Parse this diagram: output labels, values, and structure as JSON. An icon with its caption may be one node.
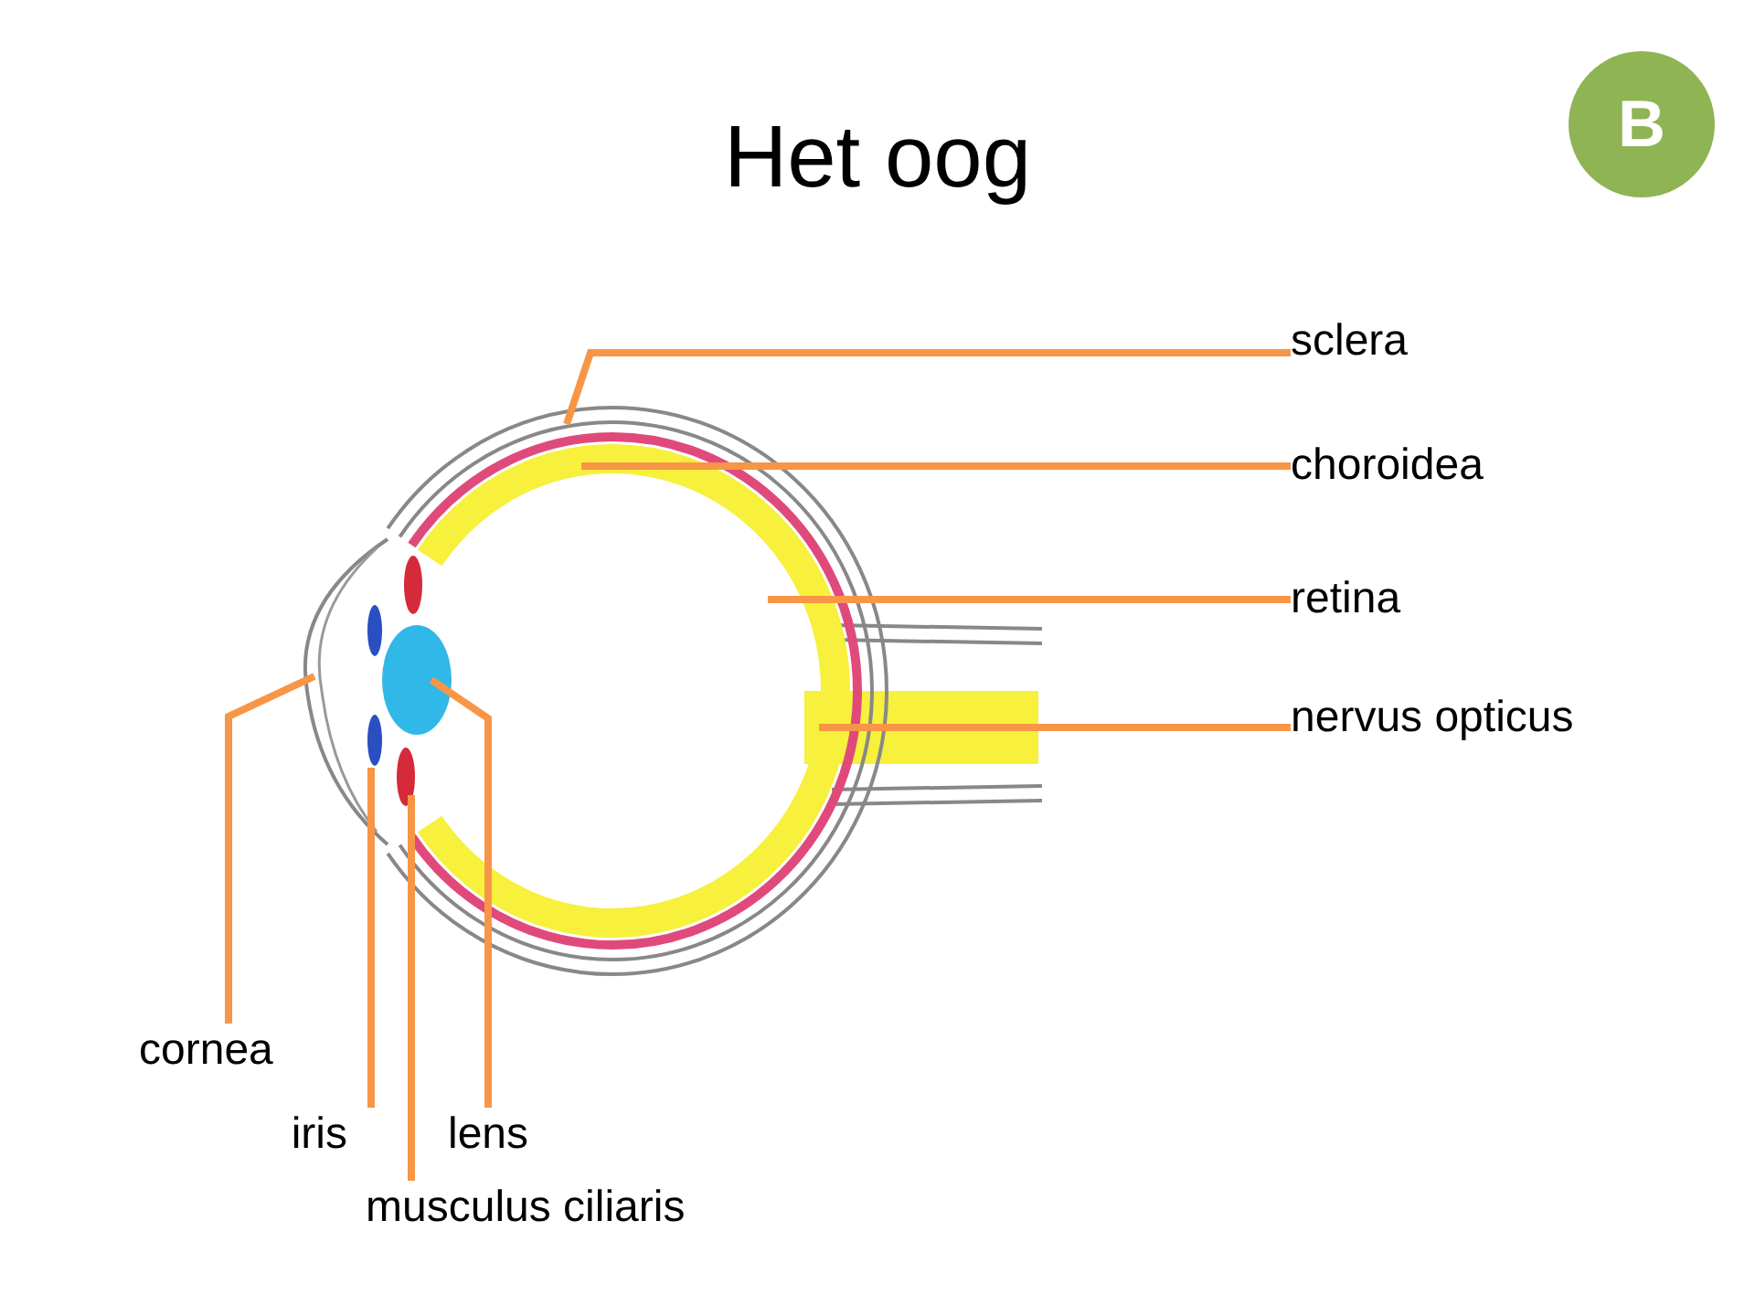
{
  "diagram": {
    "title": "Het oog",
    "nodes": [
      {
        "text": [
          "B"
        ]
      },
      {
        "text": [
          "sclera"
        ]
      },
      {
        "text": [
          "choroidea"
        ]
      },
      {
        "text": [
          "retina"
        ]
      },
      {
        "text": [
          "nervus opticus"
        ]
      },
      {
        "text": [
          "cornea"
        ]
      },
      {
        "text": [
          "iris"
        ]
      },
      {
        "text": [
          "lens"
        ]
      },
      {
        "text": [
          "musculus ciliaris"
        ]
      }
    ],
    "edges": [
      {
        "from": 1,
        "to": null,
        "arrow": "none"
      },
      {
        "from": 2,
        "to": null,
        "arrow": "none"
      },
      {
        "from": 3,
        "to": null,
        "arrow": "none"
      },
      {
        "from": 4,
        "to": null,
        "arrow": "none"
      },
      {
        "from": 5,
        "to": null,
        "arrow": "none"
      },
      {
        "from": 6,
        "to": null,
        "arrow": "none"
      },
      {
        "from": 7,
        "to": null,
        "arrow": "none"
      },
      {
        "from": 8,
        "to": null,
        "arrow": "none"
      }
    ]
  }
}
